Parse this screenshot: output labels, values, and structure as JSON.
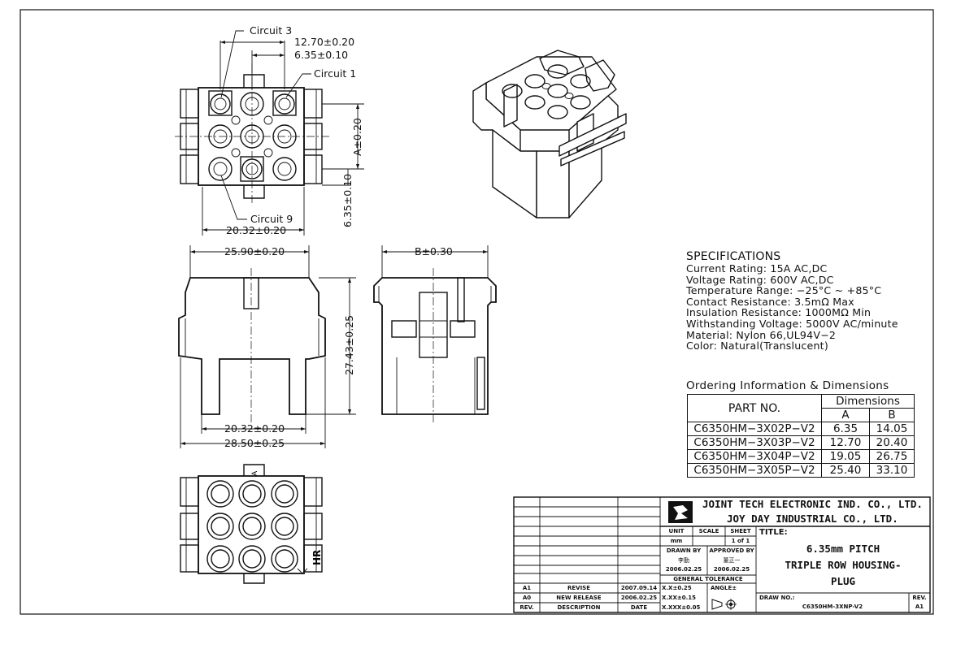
{
  "top_view": {
    "circuit3": "Circuit 3",
    "circuit1": "Circuit 1",
    "circuit9": "Circuit 9",
    "dim_pitch_x2": "12.70±0.20",
    "dim_pitch": "6.35±0.10",
    "dim_a": "A±0.20",
    "dim_pitch_v": "6.35±0.10",
    "dim_width": "20.32±0.20"
  },
  "front_view": {
    "dim_top": "25.90±0.20",
    "dim_height": "27.43±0.25",
    "dim_inner": "20.32±0.20",
    "dim_overall": "28.50±0.25"
  },
  "side_view": {
    "dim_b": "B±0.30"
  },
  "bottom_view": {
    "mark_a": "A",
    "mark_hr": "HR"
  },
  "specifications": {
    "heading": "SPECIFICATIONS",
    "lines": [
      "Current Rating: 15A AC,DC",
      "Voltage Rating: 600V AC,DC",
      "Temperature Range: −25°C ~ +85°C",
      "Contact Resistance: 3.5mΩ Max",
      "Insulation Resistance: 1000MΩ Min",
      "Withstanding Voltage: 5000V AC/minute",
      "Material: Nylon 66,UL94V−2",
      "Color: Natural(Translucent)"
    ]
  },
  "ordering": {
    "title": "Ordering Information & Dimensions",
    "part_no_header": "PART NO.",
    "dimensions_header": "Dimensions",
    "col_a": "A",
    "col_b": "B",
    "rows": [
      {
        "part": "C6350HM−3X02P−V2",
        "a": "6.35",
        "b": "14.05"
      },
      {
        "part": "C6350HM−3X03P−V2",
        "a": "12.70",
        "b": "20.40"
      },
      {
        "part": "C6350HM−3X04P−V2",
        "a": "19.05",
        "b": "26.75"
      },
      {
        "part": "C6350HM−3X05P−V2",
        "a": "25.40",
        "b": "33.10"
      }
    ]
  },
  "title_block": {
    "company1": "JOINT TECH ELECTRONIC IND. CO., LTD.",
    "company2": "JOY DAY INDUSTRIAL CO., LTD.",
    "unit_label": "UNIT",
    "unit_value": "mm",
    "scale_label": "SCALE",
    "sheet_label": "SHEET",
    "sheet_value": "1 of 1",
    "title_label": "TITLE:",
    "title_lines": [
      "6.35mm PITCH",
      "TRIPLE ROW HOUSING-",
      "PLUG"
    ],
    "drawn_by_label": "DRAWN BY",
    "drawn_by_name": "李勤",
    "drawn_date": "2006.02.25",
    "approved_by_label": "APPROVED BY",
    "approved_by_name": "董正一",
    "approved_date": "2006.02.25",
    "tolerance_label": "GENERAL TOLERANCE",
    "tol1": "X.X±0.25",
    "tol2": "X.XX±0.15",
    "tol3": "X.XXX±0.05",
    "angle_label": "ANGLE±",
    "draw_no_label": "DRAW NO.:",
    "draw_no": "C6350HM-3XNP-V2",
    "rev_label": "REV.",
    "rev_value": "A1",
    "revisions": [
      {
        "rev": "A1",
        "desc": "REVISE",
        "date": "2007.09.14"
      },
      {
        "rev": "A0",
        "desc": "NEW RELEASE",
        "date": "2006.02.25"
      }
    ],
    "rev_header": "REV.",
    "desc_header": "DESCRIPTION",
    "date_header": "DATE"
  }
}
